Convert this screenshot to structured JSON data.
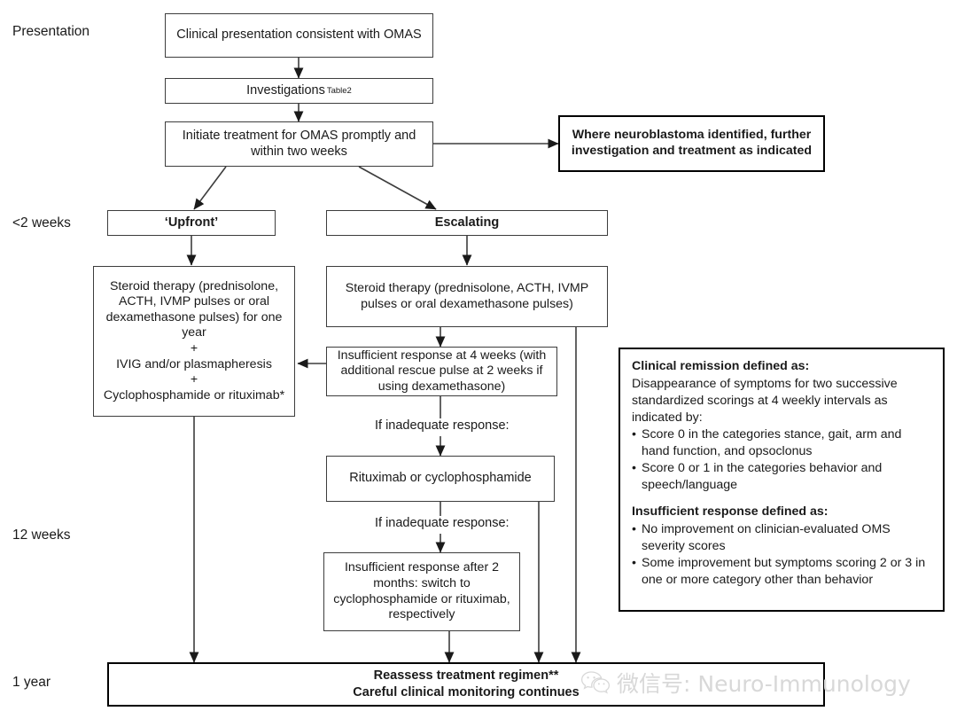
{
  "diagram": {
    "title": "OMAS treatment algorithm flowchart",
    "line_color": "#3d3d3d",
    "heavy_line_color": "#000000",
    "background": "#ffffff",
    "text_color": "#1a1a1a"
  },
  "stage_labels": [
    {
      "id": "presentation",
      "text": "Presentation"
    },
    {
      "id": "lt2weeks",
      "text": "<2 weeks"
    },
    {
      "id": "12weeks",
      "text": "12 weeks"
    },
    {
      "id": "1year",
      "text": "1 year"
    }
  ],
  "nodes": {
    "clinical_presentation": "Clinical presentation consistent with OMAS",
    "investigations": "Investigations",
    "investigations_sup": "Table2",
    "initiate_treatment": "Initiate treatment for OMAS promptly and within two weeks",
    "neuroblastoma": "Where neuroblastoma identified, further investigation and treatment as indicated",
    "upfront": "‘Upfront’",
    "escalating": "Escalating",
    "upfront_therapy": "Steroid therapy (prednisolone, ACTH, IVMP pulses or oral dexamethasone pulses) for one year\n+\nIVIG and/or plasmapheresis\n+\nCyclophosphamide or rituximab*",
    "escalating_steroid": "Steroid therapy (prednisolone, ACTH, IVMP pulses or oral dexamethasone pulses)",
    "insufficient_4weeks": "Insufficient response at 4 weeks (with additional rescue pulse at 2 weeks if using dexamethasone)",
    "rituximab_cyclophosphamide": "Rituximab or cyclophosphamide",
    "insufficient_2months": "Insufficient response after 2 months: switch to cyclophosphamide or rituximab, respectively",
    "reassess_line1": "Reassess treatment regimen**",
    "reassess_line2": "Careful clinical monitoring continues"
  },
  "edge_labels": [
    {
      "id": "inadequate-1",
      "text": "If inadequate response:"
    },
    {
      "id": "inadequate-2",
      "text": "If inadequate response:"
    }
  ],
  "legend": {
    "remission_heading": "Clinical remission defined as:",
    "remission_body": "Disappearance of symptoms for two successive standardized scorings at 4 weekly intervals as indicated by:",
    "remission_bullets": [
      "Score 0 in the categories stance, gait, arm and hand function, and opsoclonus",
      "Score 0 or 1 in the categories behavior and speech/language"
    ],
    "insufficient_heading": "Insufficient response defined as:",
    "insufficient_bullets": [
      "No improvement on clinician-evaluated OMS severity scores",
      "Some improvement but symptoms scoring 2 or 3 in one or more category other than behavior"
    ]
  },
  "watermark": {
    "text": "微信号: Neuro-Immunology",
    "icon": "wechat-icon",
    "color": "#d8d8d8"
  }
}
